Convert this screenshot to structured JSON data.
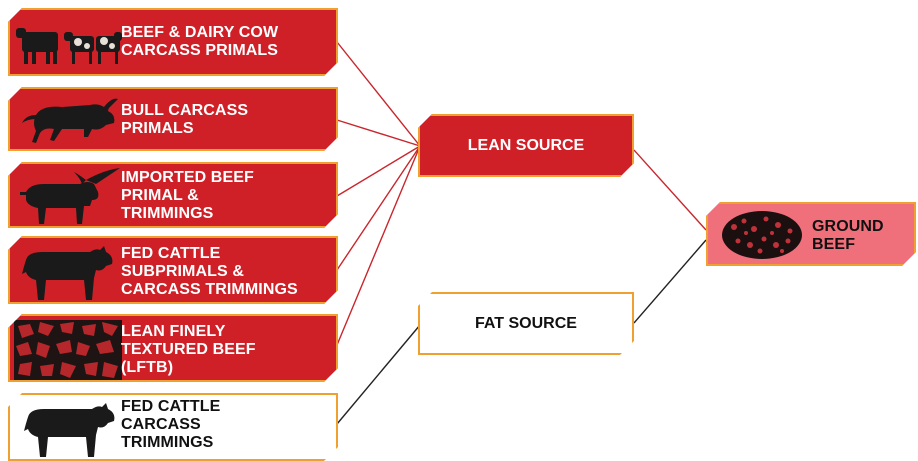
{
  "sources": [
    {
      "label": "BEEF & DAIRY COW\nCARCASS PRIMALS",
      "icon": "cattle-herd-icon"
    },
    {
      "label": "BULL CARCASS\nPRIMALS",
      "icon": "charging-bull-icon"
    },
    {
      "label": "IMPORTED BEEF\nPRIMAL &\nTRIMMINGS",
      "icon": "longhorn-steer-icon"
    },
    {
      "label": "FED CATTLE\nSUBPRIMALS &\nCARCASS TRIMMINGS",
      "icon": "steer-icon"
    },
    {
      "label": "LEAN FINELY\nTEXTURED BEEF\n(LFTB)",
      "icon": "meat-texture-icon"
    },
    {
      "label": "FED CATTLE\nCARCASS\nTRIMMINGS",
      "icon": "steer-icon"
    }
  ],
  "lean_source": {
    "label": "LEAN SOURCE"
  },
  "fat_source": {
    "label": "FAT SOURCE"
  },
  "ground_beef": {
    "label": "GROUND\nBEEF",
    "icon": "ground-beef-patty-icon"
  },
  "colors": {
    "red_box": "#d02027",
    "orange_border": "#f0a030",
    "pink_box": "#ef6f7b",
    "lean_connector": "#c8262c",
    "fat_connector": "#222222"
  }
}
